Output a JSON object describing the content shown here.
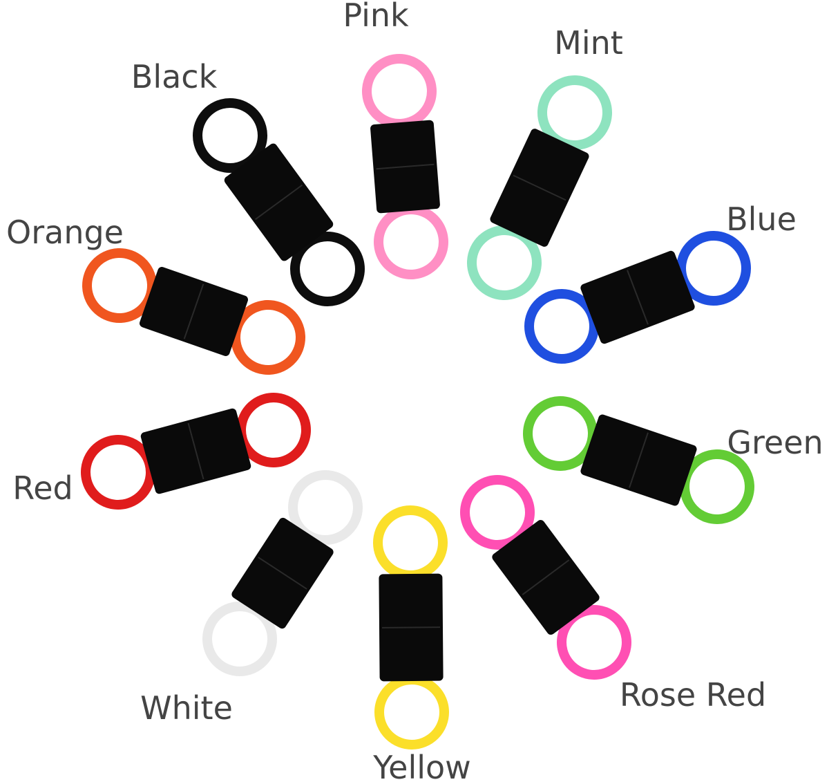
{
  "holders": [
    {
      "label": "Pink",
      "color": "#ff8fc4"
    },
    {
      "label": "Mint",
      "color": "#8ee3bf"
    },
    {
      "label": "Black",
      "color": "#0d0d0d"
    },
    {
      "label": "Orange",
      "color": "#f0561f"
    },
    {
      "label": "Blue",
      "color": "#1f4fe0"
    },
    {
      "label": "Red",
      "color": "#e01c1c"
    },
    {
      "label": "Green",
      "color": "#63cc35"
    },
    {
      "label": "White",
      "color": "#e9e9e9"
    },
    {
      "label": "Yellow",
      "color": "#fbdf2a"
    },
    {
      "label": "Rose Red",
      "color": "#ff4fb3"
    }
  ],
  "band_color": "#0a0a0a",
  "label_color": "#444444"
}
